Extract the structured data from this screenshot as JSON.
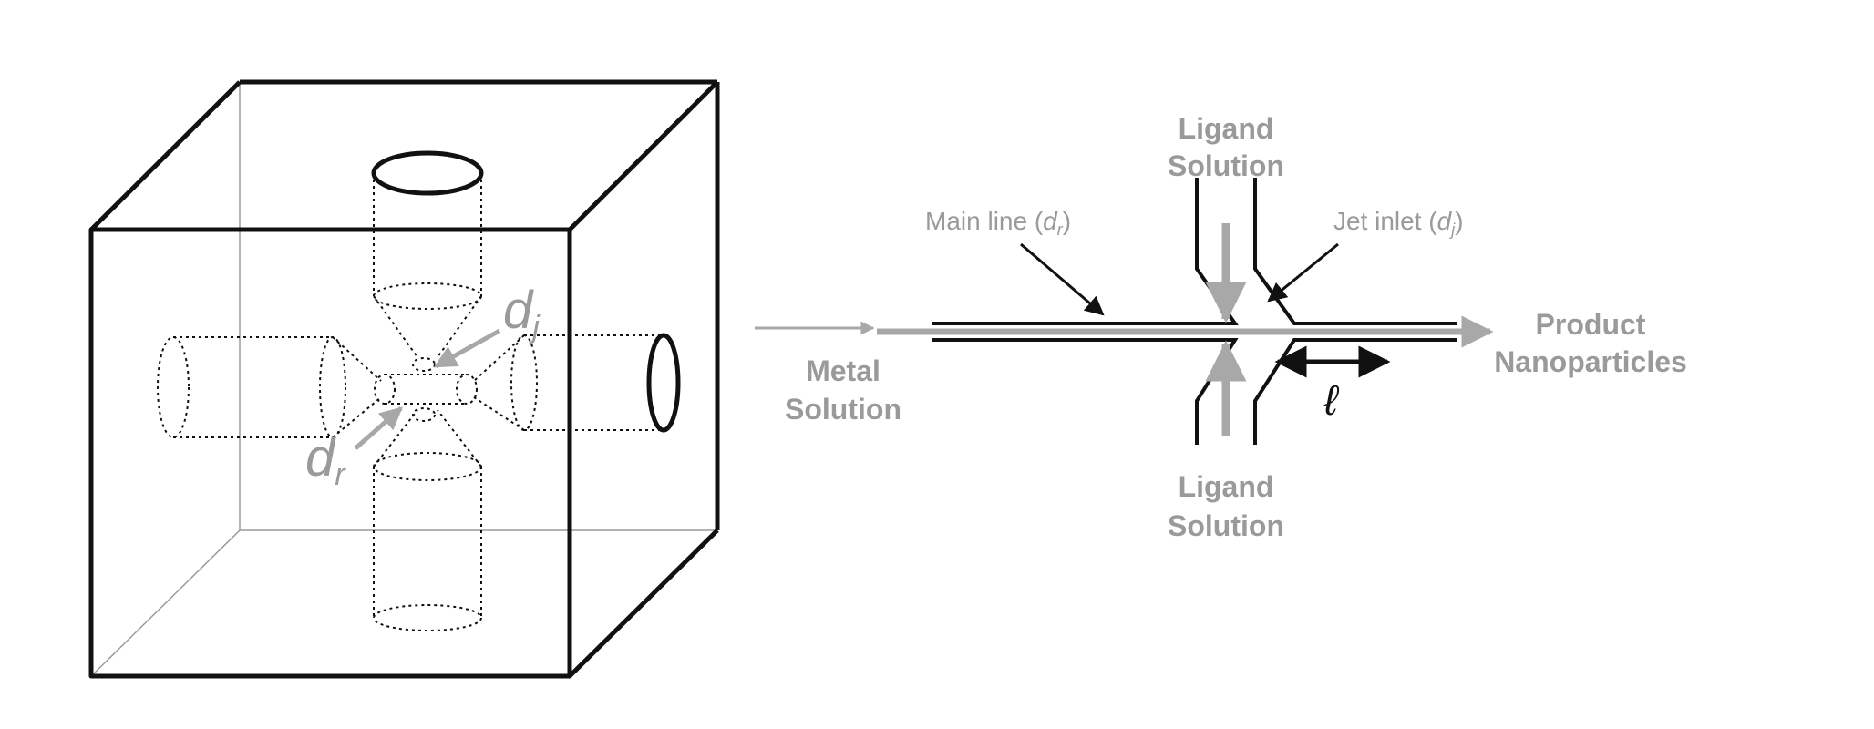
{
  "colors": {
    "line": "#111111",
    "gray_text": "#9a9a9a",
    "gray_arrow": "#a8a8a8",
    "inner_line": "#c8c8c8"
  },
  "left_diagram": {
    "jet_label": {
      "base": "d",
      "sub": "j"
    },
    "main_label": {
      "base": "d",
      "sub": "r"
    }
  },
  "right_diagram": {
    "ligand_top": [
      "Ligand",
      "Solution"
    ],
    "ligand_bottom": [
      "Ligand",
      "Solution"
    ],
    "metal": [
      "Metal",
      "Solution"
    ],
    "product": [
      "Product",
      "Nanoparticles"
    ],
    "main_line": {
      "text": "Main line (",
      "var": "d",
      "sub": "r",
      "close": ")"
    },
    "jet_inlet": {
      "text": "Jet inlet (",
      "var": "d",
      "sub": "j",
      "close": ")"
    },
    "length_symbol": "ℓ"
  }
}
